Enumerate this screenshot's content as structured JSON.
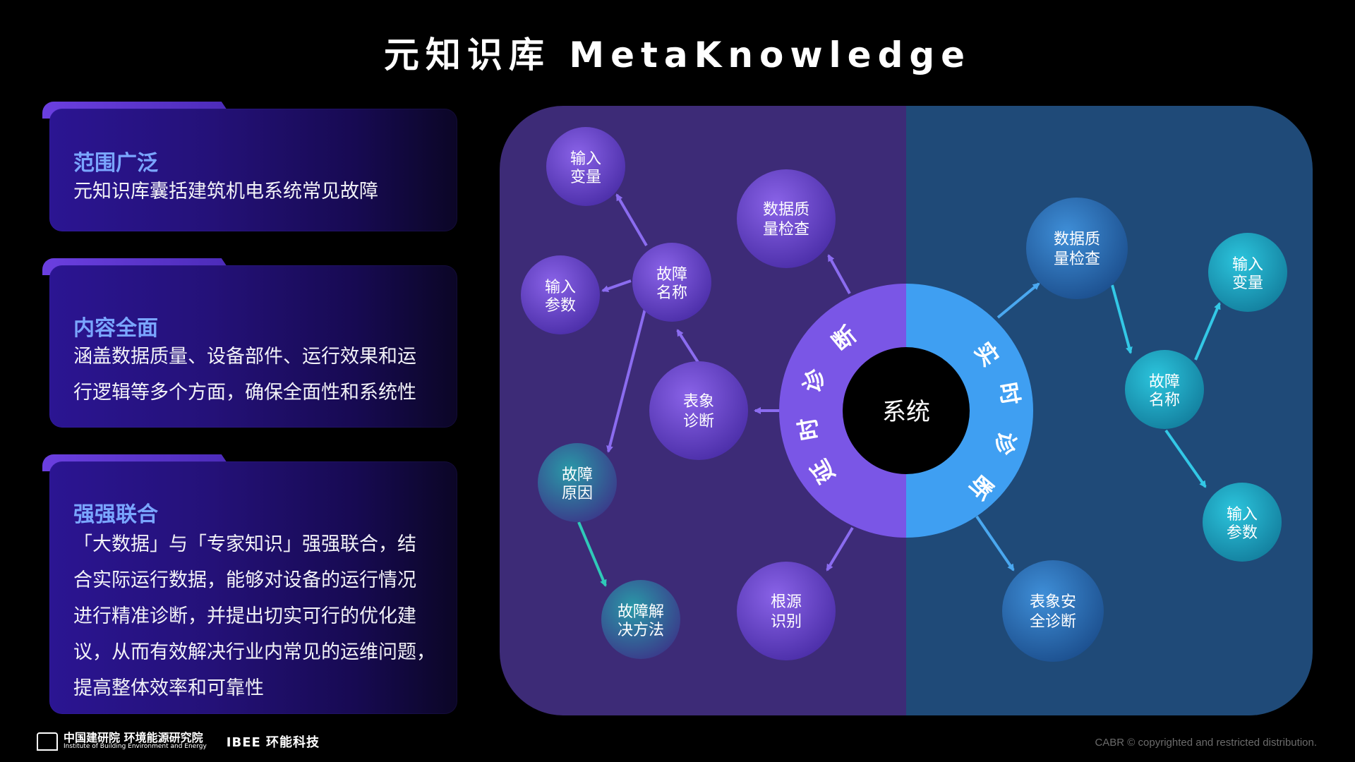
{
  "title": "元知识库 MetaKnowledge",
  "cards": [
    {
      "heading": "范围广泛",
      "lines": [
        "元知识库囊括建筑机电系统常见故障"
      ]
    },
    {
      "heading": "内容全面",
      "lines": [
        "涵盖数据质量、设备部件、运行效果和运",
        "行逻辑等多个方面，确保全面性和系统性"
      ]
    },
    {
      "heading": "强强联合",
      "lines": [
        "「大数据」与「专家知识」强强联合，结",
        "合实际运行数据，能够对设备的运行情况",
        "进行精准诊断，并提出切实可行的优化建",
        "议，从而有效解决行业内常见的运维问题，",
        "提高整体效率和可靠性"
      ]
    }
  ],
  "diagram": {
    "center_label": "系统",
    "left_ring_chars": [
      "延",
      "时",
      "诊",
      "断"
    ],
    "right_ring_chars": [
      "实",
      "时",
      "诊",
      "断"
    ],
    "left_nodes": {
      "input_var": [
        "输入",
        "变量"
      ],
      "fault_name": [
        "故障",
        "名称"
      ],
      "input_param": [
        "输入",
        "参数"
      ],
      "data_quality": [
        "数据质",
        "量检查"
      ],
      "symptom_diag": [
        "表象",
        "诊断"
      ],
      "fault_cause": [
        "故障",
        "原因"
      ],
      "fault_solution": [
        "故障解",
        "决方法"
      ],
      "root_cause": [
        "根源",
        "识别"
      ]
    },
    "right_nodes": {
      "data_quality": [
        "数据质",
        "量检查"
      ],
      "input_var": [
        "输入",
        "变量"
      ],
      "fault_name": [
        "故障",
        "名称"
      ],
      "input_param": [
        "输入",
        "参数"
      ],
      "symptom_safety": [
        "表象安",
        "全诊断"
      ]
    },
    "colors": {
      "left_panel": "#3d2b77",
      "right_panel": "#1f4a78",
      "left_ring": "#7a56e6",
      "right_ring": "#3f9ff2",
      "purple_node": "#6a45c9",
      "blue_node": "#2d6fb6",
      "teal_node": "#1aa7c4"
    }
  },
  "footer": {
    "org_name": "中国建研院 环境能源研究院",
    "org_sub": "Institute of Building Environment and Energy",
    "brand": "IBEE 环能科技",
    "copyright": "CABR © copyrighted and restricted distribution."
  }
}
